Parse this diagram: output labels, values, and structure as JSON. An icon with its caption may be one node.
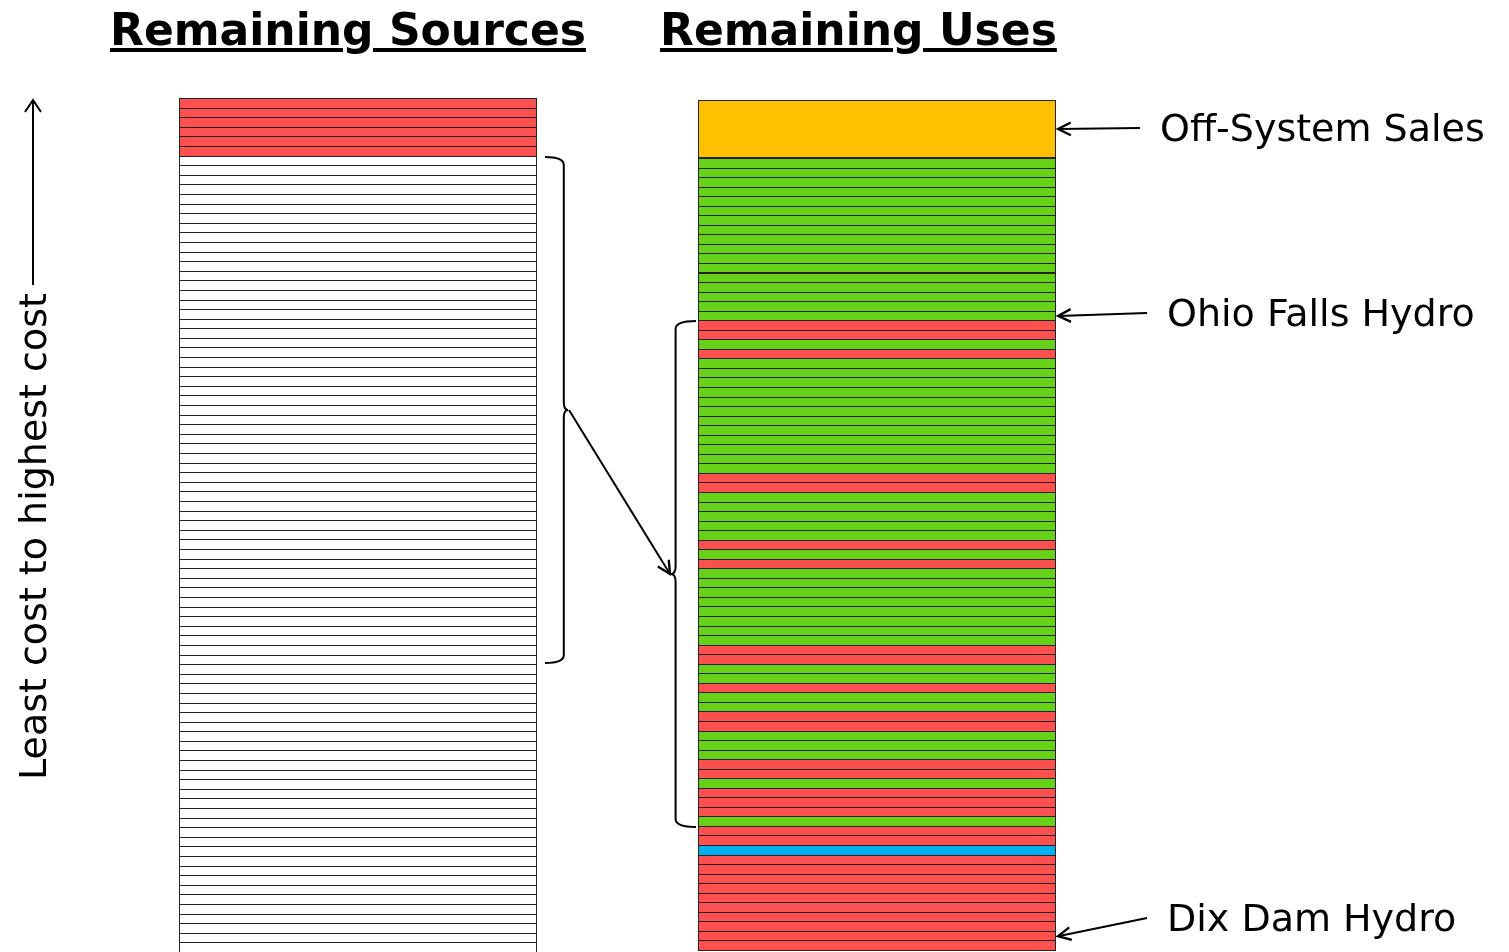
{
  "diagram": {
    "nodes": [
      {
        "text": [
          "Remaining Sources"
        ]
      },
      {
        "text": [
          "Remaining Uses"
        ]
      },
      {
        "text": [
          "Off-System Sales"
        ]
      },
      {
        "text": [],
        "shape": "bar",
        "in": 1
      },
      {
        "text": [
          "Ohio Falls Hydro"
        ]
      },
      {
        "text": [],
        "shape": "bar",
        "in": 1
      },
      {
        "text": [],
        "shape": "bracket",
        "in": 0
      },
      {
        "text": [],
        "shape": "bracket",
        "in": 1
      },
      {
        "text": [
          "Dix Dam Hydro"
        ]
      },
      {
        "text": [],
        "shape": "bar",
        "in": 1
      }
    ],
    "edges": [
      {
        "from": 2,
        "to": 3,
        "arrow": "to"
      },
      {
        "from": 4,
        "to": 5,
        "arrow": "to"
      },
      {
        "from": 6,
        "to": 7,
        "arrow": "to"
      },
      {
        "from": 8,
        "to": 9,
        "arrow": "to"
      }
    ],
    "labels": [
      "Least cost to highest cost"
    ]
  }
}
